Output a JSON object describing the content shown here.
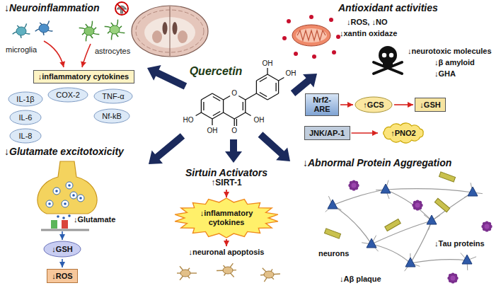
{
  "diagram": {
    "nodes": [
      {
        "text": [
          "↓inflammatory cytokines"
        ]
      },
      {
        "text": [
          "IL-1β"
        ]
      },
      {
        "text": [
          "COX-2"
        ]
      },
      {
        "text": [
          "TNF-α"
        ]
      },
      {
        "text": [
          "IL-6"
        ]
      },
      {
        "text": [
          "Nf-kB"
        ]
      },
      {
        "text": [
          "IL-8"
        ]
      },
      {
        "text": [
          "Nrf2-ARE"
        ]
      },
      {
        "text": [
          "↑GCS"
        ]
      },
      {
        "text": [
          "↓GSH"
        ]
      },
      {
        "text": [
          "JNK/AP-1"
        ]
      },
      {
        "text": [
          "↑PNO2"
        ]
      },
      {
        "text": [
          "↓inflammatory cytokines"
        ]
      },
      {
        "text": [
          "↓GSH"
        ]
      },
      {
        "text": [
          "↓ROS"
        ]
      }
    ],
    "edges": [
      {
        "from": 7,
        "to": 8,
        "arrow": "to"
      },
      {
        "from": 8,
        "to": 9,
        "arrow": "to"
      },
      {
        "from": 10,
        "to": 11,
        "arrow": "to"
      },
      {
        "from": 13,
        "to": 14,
        "arrow": "to"
      }
    ],
    "labels": [
      "↓Neuroinflammation",
      "microglia",
      "astrocytes",
      "Quercetin",
      "Antioxidant activities",
      "↓ROS, ↓NO",
      "↓xantin oxidaze",
      "↓neurotoxic molecules",
      "↓β amyloid",
      "↓GHA",
      "OH",
      "OH",
      "HO",
      "O",
      "OH",
      "OH",
      "O",
      "↓Glutamate excitotoxicity",
      "↓Glutamate",
      "Sirtuin Activators",
      "↑SIRT-1",
      "↓neuronal apoptosis",
      "↓Abnormal Protein Aggregation",
      "neurons",
      "↓Tau proteins",
      "↓Aβ plaque"
    ]
  }
}
